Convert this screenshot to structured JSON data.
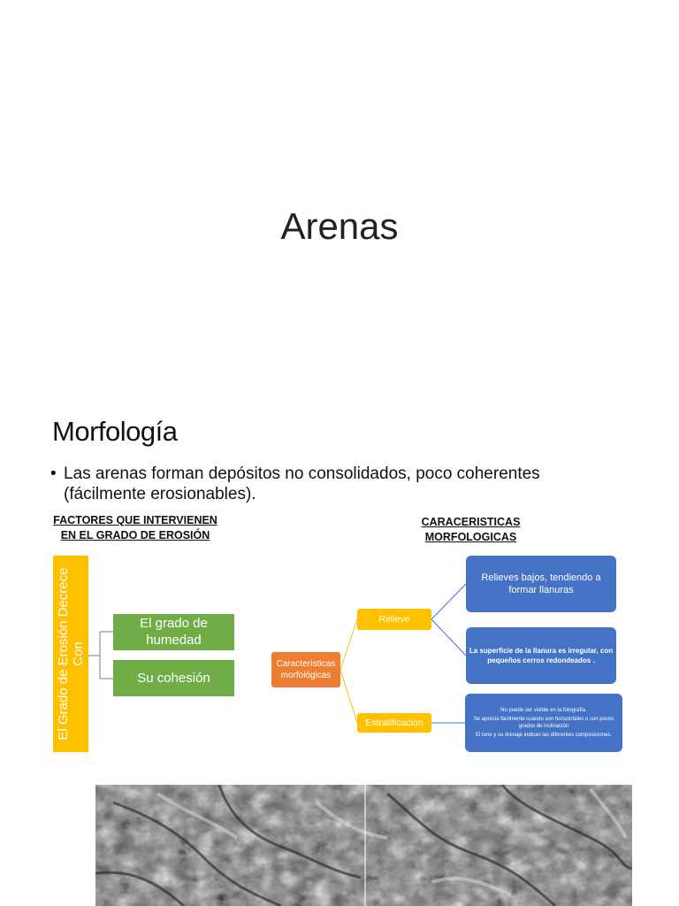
{
  "slide": {
    "title": "Arenas"
  },
  "section": {
    "heading": "Morfología",
    "bullet_marker": "•",
    "bullet_lines": [
      "Las arenas forman depósitos no consolidados, poco coherentes",
      "(fácilmente erosionables)."
    ]
  },
  "factors": {
    "heading_lines": [
      "FACTORES QUE INTERVIENEN",
      "EN EL GRADO DE EROSIÓN"
    ],
    "vertical_lines": [
      "El Grado de Erosión Decrece",
      "Con"
    ],
    "items": [
      {
        "lines": [
          "El grado de",
          "humedad"
        ]
      },
      {
        "lines": [
          "Su cohesión"
        ]
      }
    ]
  },
  "characteristics": {
    "heading": "CARACERISTICAS MORFOLOGICAS",
    "root_lines": [
      "Características",
      "morfológicas"
    ],
    "relieve": "Relieve",
    "estratificacion": "Estratificación",
    "relieve_details": [
      {
        "lines": [
          "Relieves bajos, tendiendo a",
          "formar llanuras"
        ]
      },
      {
        "lines": [
          "La superficie de la llanura es irregular, con",
          "pequeños cerros redondeados ."
        ]
      }
    ],
    "estratificacion_notes": [
      "No puede ser visible en la fotografía.",
      "Se aprecia fácilmente cuando son horizontales o con pocos grados de inclinación",
      "El tono y su drenaje indican las diferentes composiciones."
    ]
  },
  "colors": {
    "yellow": "#ffc000",
    "green": "#70ad47",
    "orange": "#ed7d31",
    "blue": "#4472c4"
  },
  "photo": {
    "description_icon": "aerial-terrain-photo"
  }
}
